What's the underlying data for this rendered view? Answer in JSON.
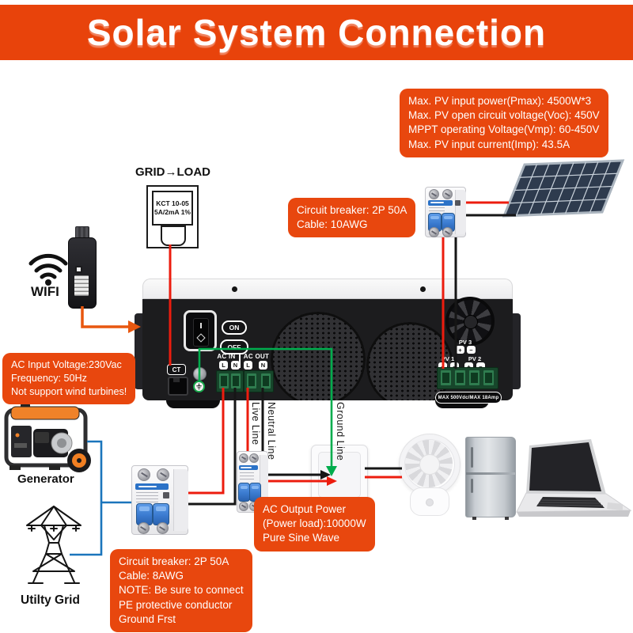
{
  "title": "Solar System Connection",
  "colors": {
    "accent_orange": "#E8470E",
    "banner_orange": "#E8430B",
    "wire_red": "#EC1C0E",
    "wire_black": "#161616",
    "wire_green": "#00AD4D",
    "wire_blue": "#1B75BC",
    "breaker_blue": "#2B72C7"
  },
  "pv_spec_box": {
    "line1": "Max. PV input power(Pmax): 4500W*3",
    "line2": "Max. PV open circuit voltage(Voc): 450V",
    "line3": "MPPT operating Voltage(Vmp): 60-450V",
    "line4": "Max. PV input current(Imp): 43.5A"
  },
  "pv_breaker_box": {
    "line1": "Circuit breaker: 2P 50A",
    "line2": "Cable: 10AWG"
  },
  "grid_load": {
    "title": "GRID→LOAD",
    "meter_model": "KCT 10-05",
    "meter_rating": "5A/2mA 1%"
  },
  "wifi_label": "WIFI",
  "ac_input_box": {
    "line1": "AC Input Voltage:230Vac",
    "line2": "Frequency: 50Hz",
    "line3": "Not support wind turbines!"
  },
  "inverter": {
    "on": "ON",
    "off": "OFF",
    "ct": "CT",
    "ac_in": "AC IN",
    "ac_out": "AC OUT",
    "live": "L",
    "neutral": "N",
    "pv1": "PV 1",
    "pv2": "PV 2",
    "pv3": "PV 3",
    "plus": "+",
    "minus": "−",
    "rating": "MAX 500Vdc/MAX 18Amp"
  },
  "line_labels": {
    "live": "Live Line",
    "neutral": "Neutral Line",
    "ground": "Ground Line"
  },
  "generator_label": "Generator",
  "utility_label": "Utilty Grid",
  "ac_output_box": {
    "line1": "AC Output Power",
    "line2": "(Power load):10000W",
    "line3": "Pure Sine Wave"
  },
  "ac_breaker_box": {
    "line1": "Circuit breaker: 2P 50A",
    "line2": "Cable: 8AWG",
    "line3": "NOTE: Be sure to connect",
    "line4": "PE protective conductor",
    "line5": "Ground Frst"
  }
}
